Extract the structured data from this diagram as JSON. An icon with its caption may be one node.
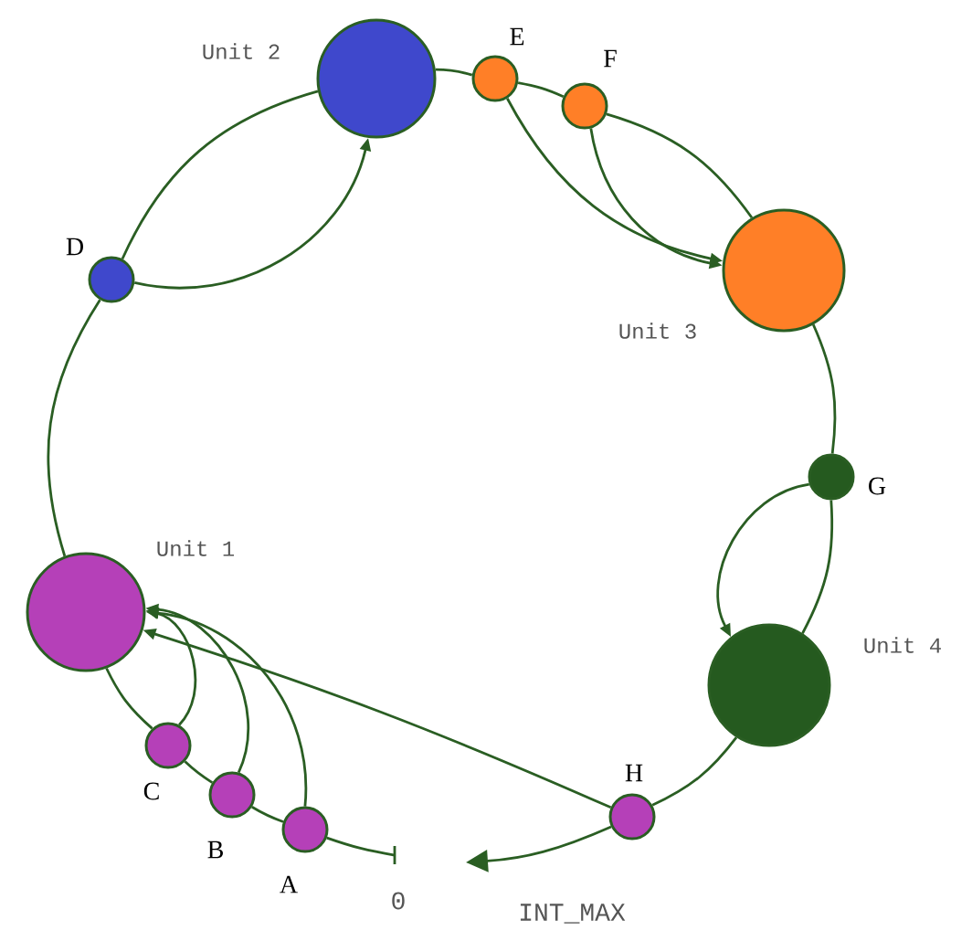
{
  "diagram": {
    "nodes": [
      {
        "text": [],
        "shape": "circle",
        "beside": [
          "Unit 1"
        ]
      },
      {
        "text": [],
        "shape": "circle",
        "beside": [
          "C"
        ]
      },
      {
        "text": [],
        "shape": "circle",
        "beside": [
          "B"
        ]
      },
      {
        "text": [],
        "shape": "circle",
        "beside": [
          "A"
        ]
      },
      {
        "text": [],
        "shape": "circle",
        "beside": [
          "H"
        ]
      },
      {
        "text": [],
        "shape": "circle",
        "beside": [
          "Unit 4"
        ]
      },
      {
        "text": [],
        "shape": "circle",
        "beside": [
          "G"
        ]
      },
      {
        "text": [],
        "shape": "circle",
        "beside": [
          "Unit 3"
        ]
      },
      {
        "text": [],
        "shape": "circle",
        "beside": [
          "F"
        ]
      },
      {
        "text": [],
        "shape": "circle",
        "beside": [
          "E"
        ]
      },
      {
        "text": [],
        "shape": "circle",
        "beside": [
          "Unit 2"
        ]
      },
      {
        "text": [],
        "shape": "circle",
        "beside": [
          "D"
        ]
      }
    ],
    "edges": [
      {
        "from": 0,
        "to": 1,
        "arrow": "none"
      },
      {
        "from": 1,
        "to": 2,
        "arrow": "none"
      },
      {
        "from": 2,
        "to": 3,
        "arrow": "none"
      },
      {
        "from": 3,
        "to": null,
        "arrow": "none"
      },
      {
        "from": 4,
        "to": null,
        "arrow": "to"
      },
      {
        "from": 4,
        "to": 5,
        "arrow": "none"
      },
      {
        "from": 5,
        "to": 6,
        "arrow": "none"
      },
      {
        "from": 6,
        "to": 7,
        "arrow": "none"
      },
      {
        "from": 7,
        "to": 8,
        "arrow": "none"
      },
      {
        "from": 8,
        "to": 9,
        "arrow": "none"
      },
      {
        "from": 9,
        "to": 10,
        "arrow": "none"
      },
      {
        "from": 10,
        "to": 11,
        "arrow": "none"
      },
      {
        "from": 11,
        "to": 0,
        "arrow": "none"
      },
      {
        "from": 1,
        "to": 0,
        "arrow": "to"
      },
      {
        "from": 2,
        "to": 0,
        "arrow": "to"
      },
      {
        "from": 3,
        "to": 0,
        "arrow": "to"
      },
      {
        "from": 4,
        "to": 0,
        "arrow": "to"
      },
      {
        "from": 6,
        "to": 5,
        "arrow": "to"
      },
      {
        "from": 8,
        "to": 7,
        "arrow": "to"
      },
      {
        "from": 9,
        "to": 7,
        "arrow": "to"
      },
      {
        "from": 11,
        "to": 10,
        "arrow": "to"
      }
    ],
    "labels": [
      "0",
      "INT_MAX"
    ]
  }
}
